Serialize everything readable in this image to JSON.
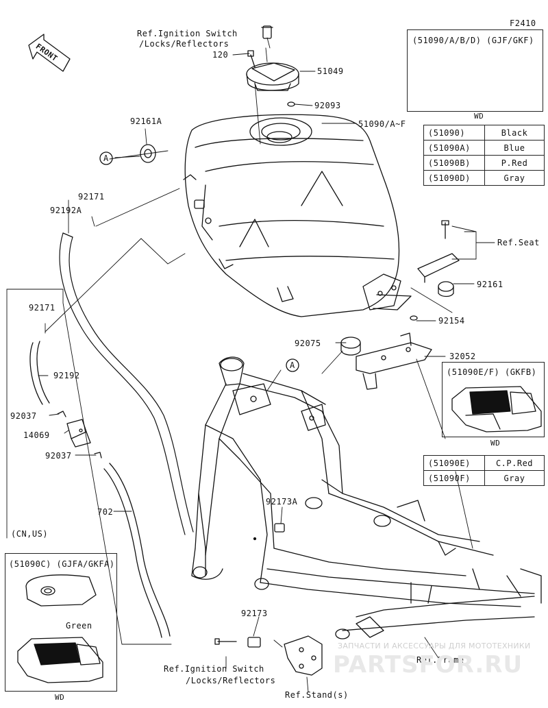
{
  "figure_id": "F2410",
  "front_label": "FRONT",
  "callout_letter": "A",
  "ref_labels": {
    "ignition_top_line1": "Ref.Ignition Switch",
    "ignition_top_line2": "/Locks/Reflectors",
    "seat": "Ref.Seat",
    "ignition_bottom_line1": "Ref.Ignition Switch",
    "ignition_bottom_line2": "/Locks/Reflectors",
    "stand": "Ref.Stand(s)",
    "frame": "Ref.Frame"
  },
  "parts": {
    "p120": "120",
    "p51049": "51049",
    "p92093": "92093",
    "p51090": "51090/A~F",
    "p92161A": "92161A",
    "p92171a": "92171",
    "p92192A": "92192A",
    "p92171b": "92171",
    "p92192": "92192",
    "p92037a": "92037",
    "p14069": "14069",
    "p92037b": "92037",
    "p702": "702",
    "p92161": "92161",
    "p92154": "92154",
    "p92075": "92075",
    "p32052": "32052",
    "p92173A": "92173A",
    "p92173": "92173"
  },
  "inset_top": {
    "title": "(51090/A/B/D) (GJF/GKF)",
    "caption": "WD"
  },
  "inset_mid": {
    "title": "(51090E/F) (GKFB)",
    "caption": "WD"
  },
  "inset_left": {
    "title": "(51090C) (GJFA/GKFA)",
    "green": "Green",
    "caption": "WD"
  },
  "region_label": "(CN,US)",
  "color_table_1": [
    {
      "code": "(51090)",
      "color": "Black"
    },
    {
      "code": "(51090A)",
      "color": "Blue"
    },
    {
      "code": "(51090B)",
      "color": "P.Red"
    },
    {
      "code": "(51090D)",
      "color": "Gray"
    }
  ],
  "color_table_2": [
    {
      "code": "(51090E)",
      "color": "C.P.Red"
    },
    {
      "code": "(51090F)",
      "color": "Gray"
    }
  ],
  "watermark": {
    "line1": "ЗАПЧАСТИ И АКСЕССУАРЫ ДЛЯ МОТОТЕХНИКИ",
    "line2": "PARTSFOR.RU"
  }
}
